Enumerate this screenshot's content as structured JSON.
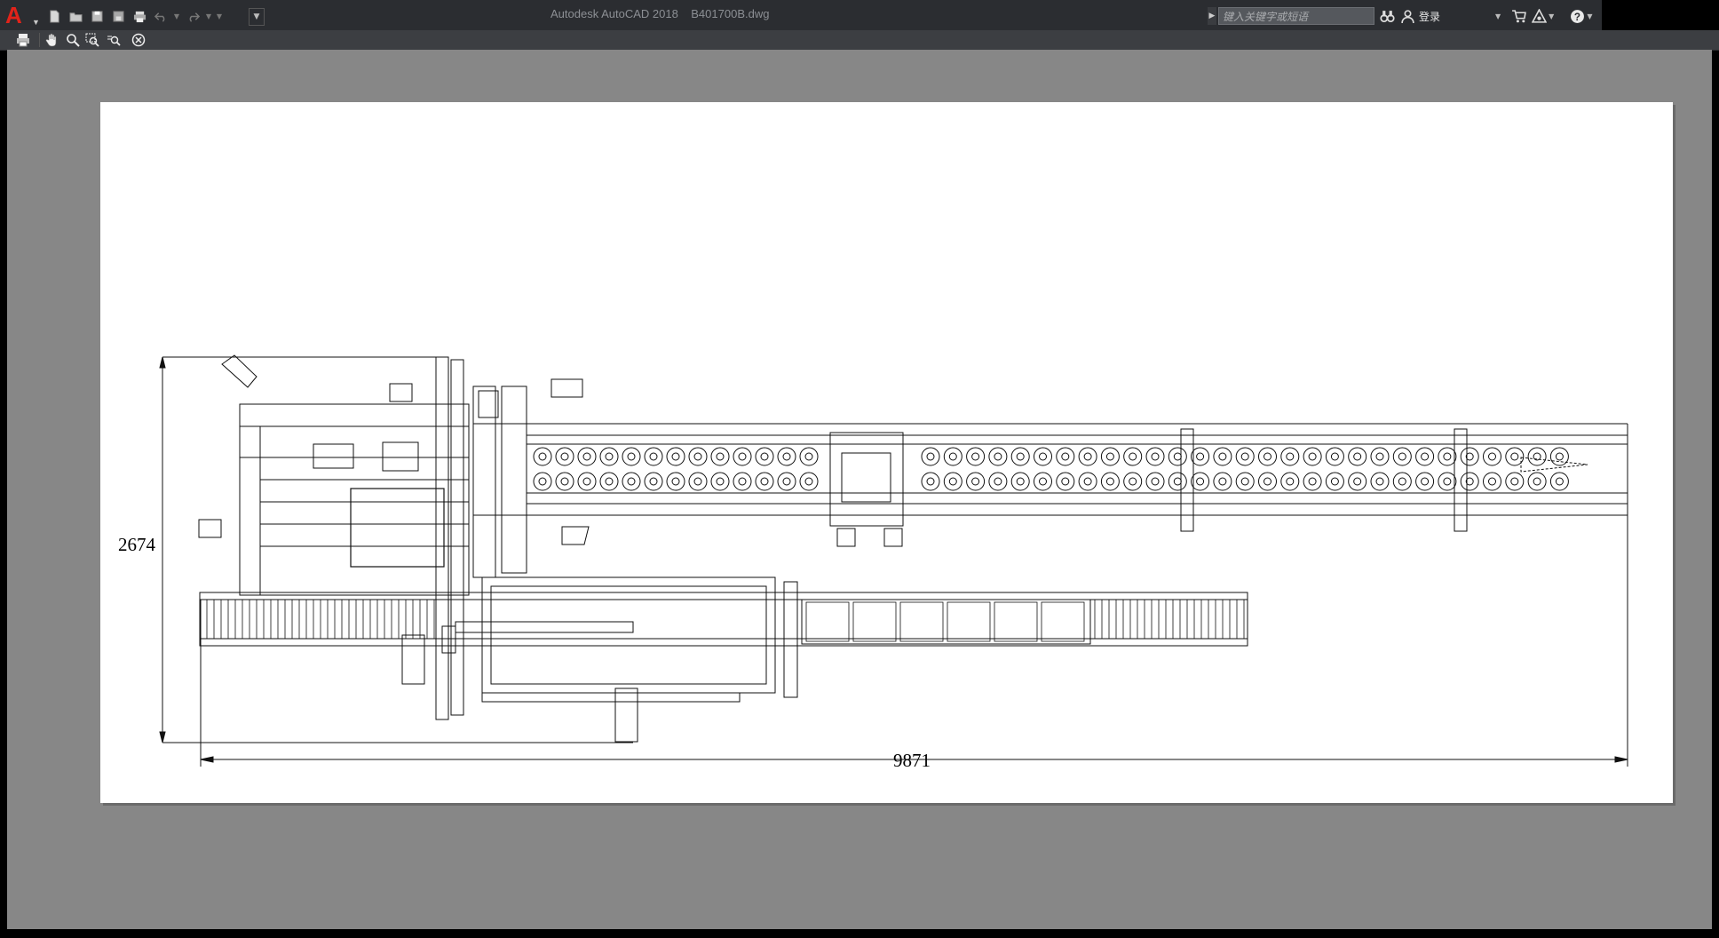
{
  "app": {
    "logo_letter": "A",
    "window_title": "Autodesk AutoCAD 2018    B401700B.dwg"
  },
  "quick_access": [
    {
      "name": "new-icon"
    },
    {
      "name": "open-icon"
    },
    {
      "name": "save-icon"
    },
    {
      "name": "save-as-icon"
    },
    {
      "name": "plot-icon"
    },
    {
      "name": "undo-icon"
    },
    {
      "name": "redo-icon"
    }
  ],
  "search": {
    "placeholder": "键入关键字或短语"
  },
  "account": {
    "signin_label": "登录"
  },
  "preview_toolbar": [
    {
      "name": "print-icon"
    },
    {
      "name": "pan-icon"
    },
    {
      "name": "zoom-icon"
    },
    {
      "name": "zoom-window-icon"
    },
    {
      "name": "zoom-original-icon"
    },
    {
      "name": "close-preview-icon"
    }
  ],
  "drawing": {
    "dimension_height": "2674",
    "dimension_width": "9871"
  },
  "colors": {
    "title_bar": "#2b2d31",
    "viewport_bg": "#878787",
    "paper": "#ffffff",
    "logo_red": "#e2231a"
  }
}
